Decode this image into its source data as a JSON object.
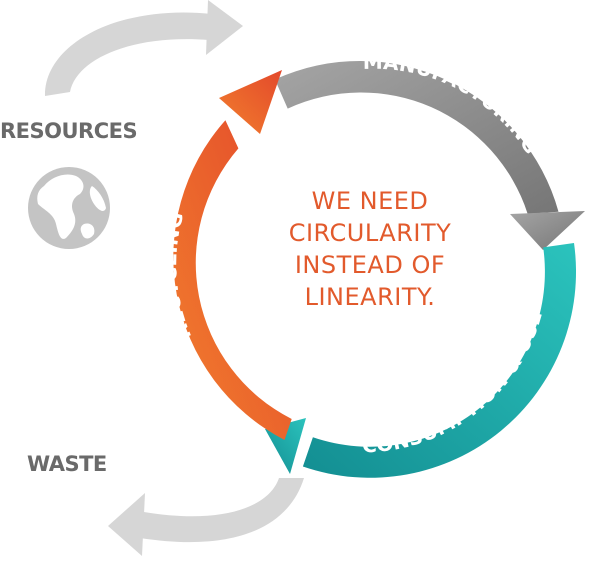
{
  "labels": {
    "resources": "RESOURCES",
    "waste": "WASTE"
  },
  "center_message": {
    "lines": [
      "WE NEED",
      "CIRCULARITY",
      "INSTEAD OF",
      "LINEARITY."
    ]
  },
  "cycle_stages": {
    "manufacturing": "MANUFACTURING",
    "consumption": "CONSUMPTION & USE",
    "recycling": "RECYCLING"
  },
  "icons": {
    "globe": "globe-icon"
  },
  "colors": {
    "manufacturing": "#8c8c8c",
    "consumption": "#1aa2a2",
    "recycling": "#e8582c",
    "linear_arrows": "#d6d6d6",
    "label_gray": "#6a6a6a",
    "message": "#e25a2c"
  }
}
